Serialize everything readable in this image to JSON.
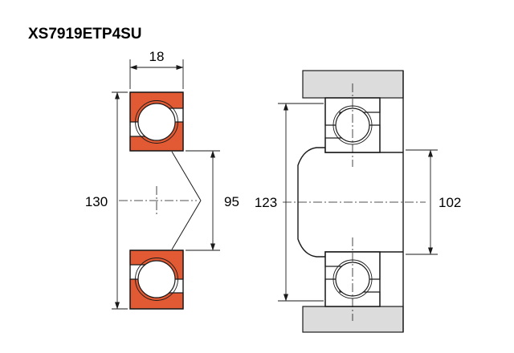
{
  "title": "XS7919ETP4SU",
  "colors": {
    "ring": "#e15a33",
    "housing": "#dcdcdc",
    "line": "#1a1a1a",
    "background": "#ffffff"
  },
  "left_view": {
    "description": "bearing cross-section",
    "dim_width": "18",
    "dim_outer_diameter": "130",
    "dim_bore": "95"
  },
  "right_view": {
    "description": "mounted arrangement with shaft and housing",
    "dim_housing_abutment": "123",
    "dim_shaft_abutment": "102"
  }
}
